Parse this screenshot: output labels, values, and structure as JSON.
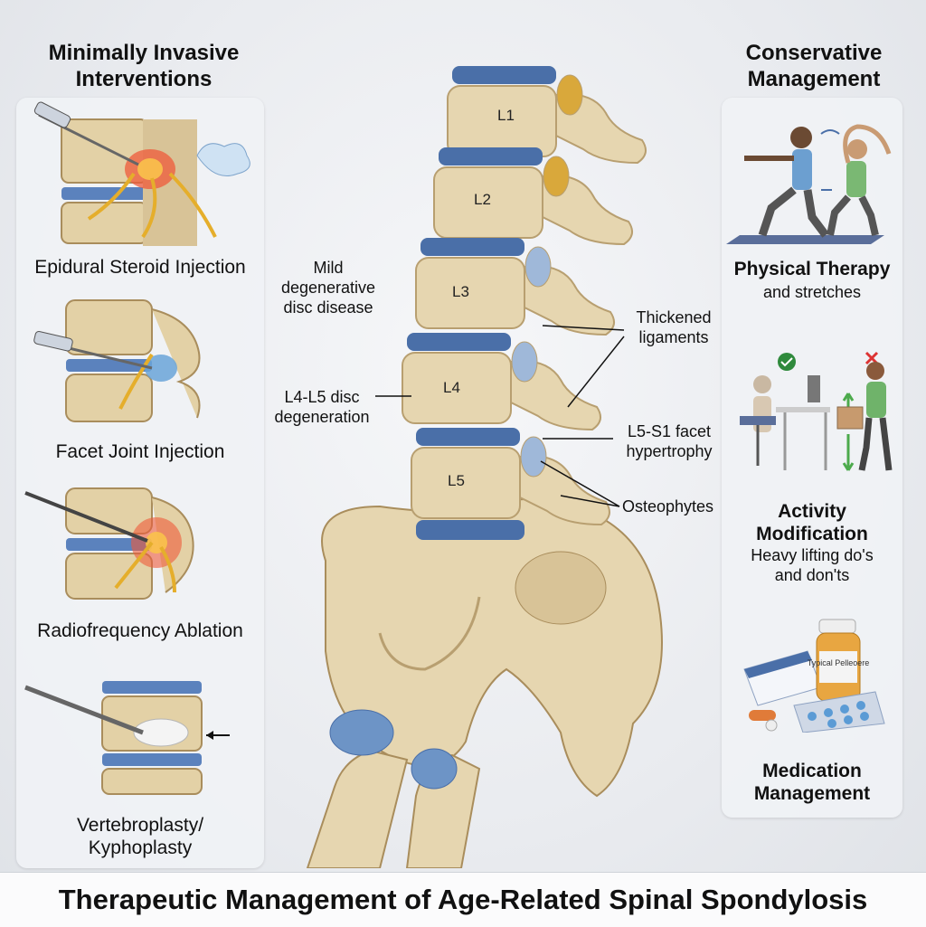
{
  "left": {
    "title": "Minimally Invasive Interventions",
    "items": [
      {
        "label": "Epidural Steroid Injection"
      },
      {
        "label": "Facet Joint Injection"
      },
      {
        "label": "Radiofrequency Ablation"
      },
      {
        "label": "Vertebroplasty/ Kyphoplasty"
      }
    ]
  },
  "right": {
    "title": "Conservative Management",
    "items": [
      {
        "label": "Physical Therapy",
        "sub": "and stretches"
      },
      {
        "label": "Activity Modification",
        "sub": "Heavy lifting do's and don'ts"
      },
      {
        "label": "Medication Management",
        "bottle_label": "Typical Pelleoere"
      }
    ]
  },
  "spine": {
    "vertebrae": [
      "L1",
      "L2",
      "L3",
      "L4",
      "L5"
    ],
    "annotations": {
      "mild": "Mild degenerative disc disease",
      "l4l5": "L4-L5 disc degeneration",
      "ligaments": "Thickened ligaments",
      "facet": "L5-S1 facet hypertrophy",
      "osteophytes": "Osteophytes"
    }
  },
  "footer": {
    "title": "Therapeutic Management of Age-Related Spinal Spondylosis"
  },
  "colors": {
    "bone": "#e6d6b0",
    "bone_shadow": "#b89f70",
    "disc": "#4a6fa8",
    "inflammation": "#e8472b",
    "nerve": "#e0a726",
    "background": "#eceef1"
  }
}
